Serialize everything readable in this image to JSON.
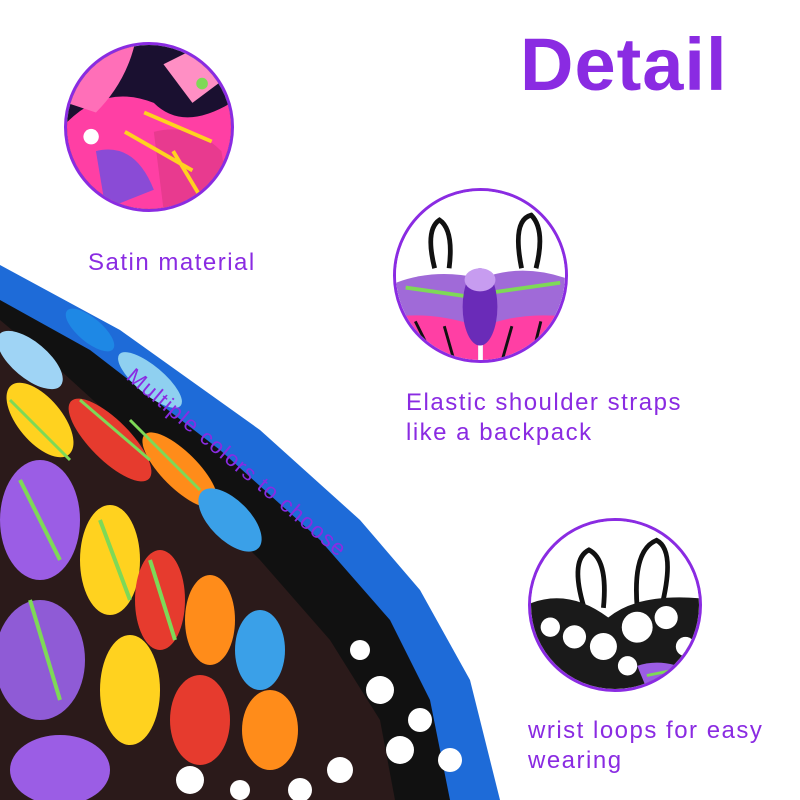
{
  "title": "Detail",
  "diagonal_text": "Multiple colors to choose",
  "captions": {
    "satin": "Satin material",
    "straps_line1": "Elastic shoulder straps",
    "straps_line2": "like a backpack",
    "wrist_line1": "wrist loops for easy",
    "wrist_line2": "wearing"
  },
  "colors": {
    "accent": "#8a2be2"
  },
  "images": [
    "satin-material-closeup",
    "shoulder-straps-closeup",
    "wrist-loops-closeup",
    "folded-wings-stack"
  ]
}
